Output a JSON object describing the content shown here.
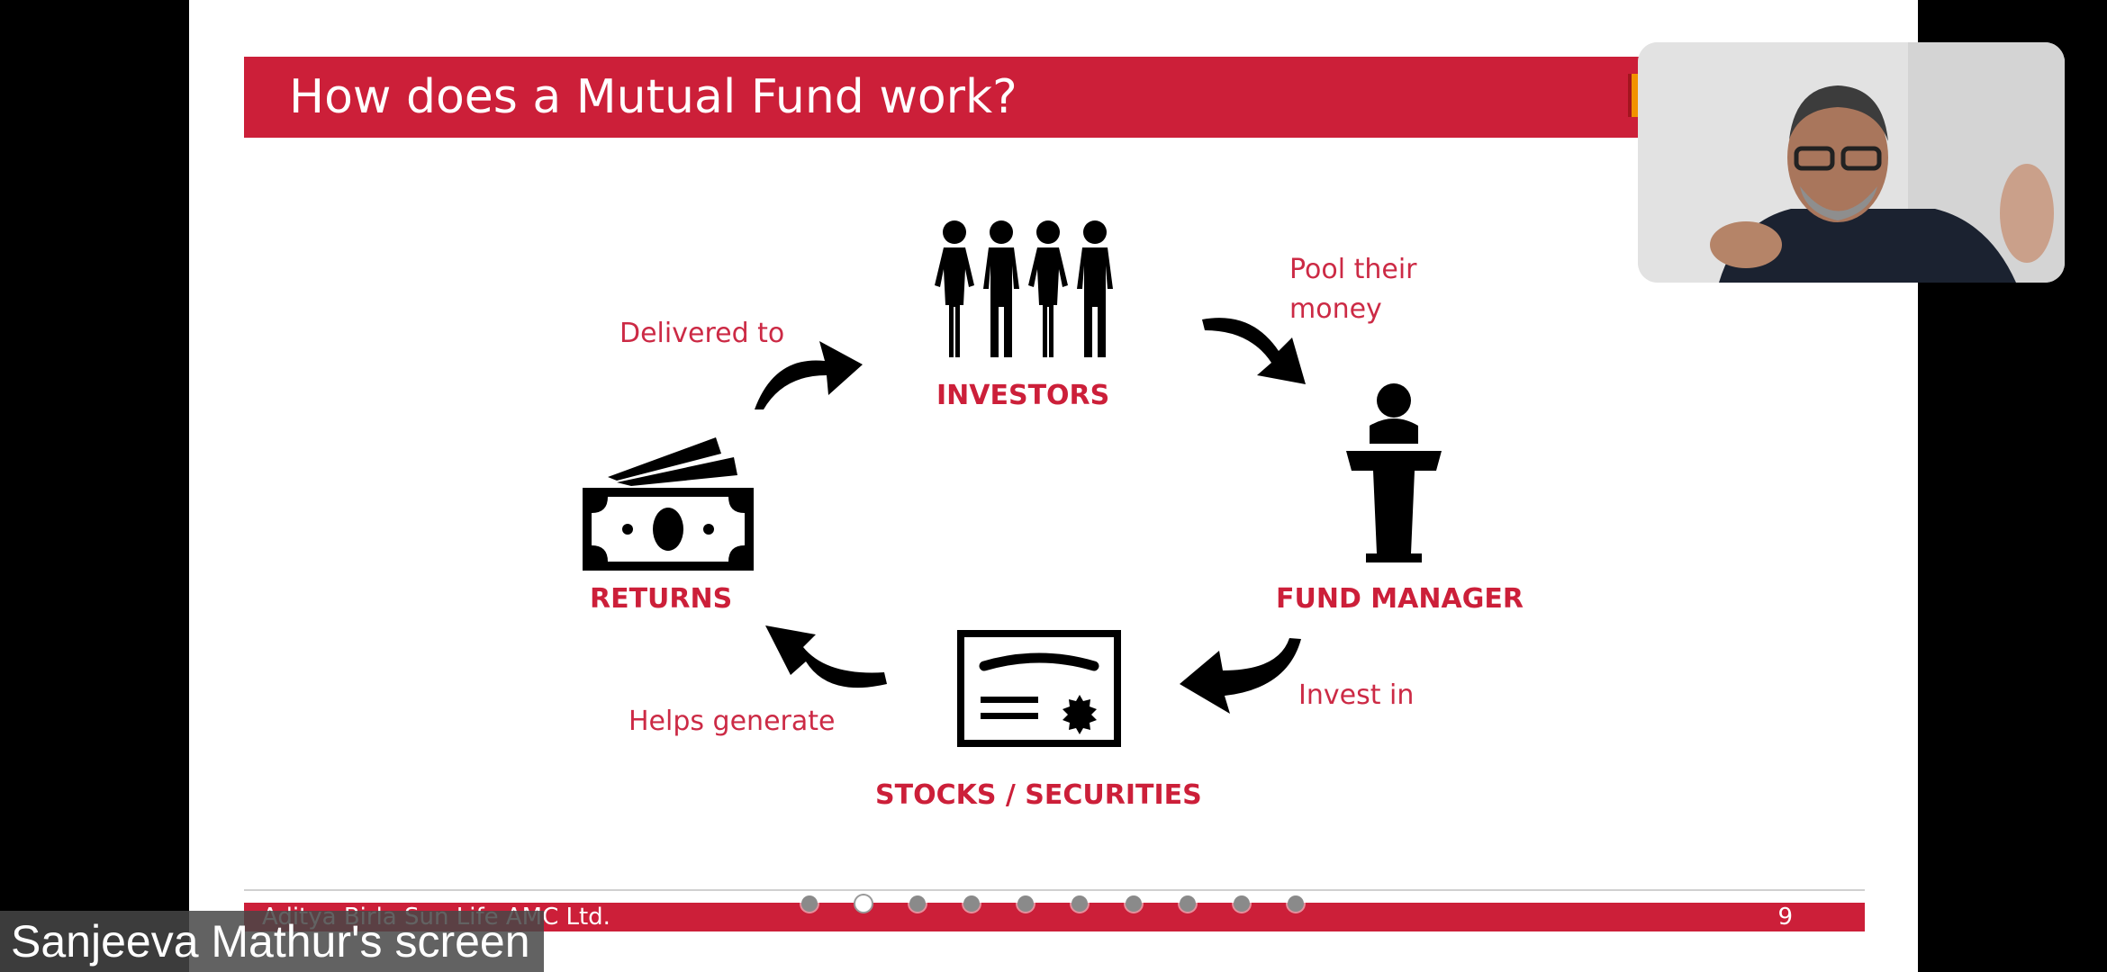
{
  "slide": {
    "title": "How does a Mutual Fund work?",
    "nodes": {
      "investors": "INVESTORS",
      "fund_manager": "FUND MANAGER",
      "stocks": "STOCKS / SECURITIES",
      "returns": "RETURNS"
    },
    "flow_labels": {
      "pool_line1": "Pool their",
      "pool_line2": "money",
      "invest_in": "Invest in",
      "helps_generate": "Helps generate",
      "delivered_to": "Delivered to"
    },
    "footer": {
      "company": "Aditya Birla Sun Life AMC Ltd.",
      "page_number": "9"
    },
    "slide_dots": {
      "count": 10,
      "active_index": 1
    }
  },
  "screen_share": {
    "caption": "Sanjeeva Mathur's screen"
  },
  "colors": {
    "brand_red": "#cc1f39",
    "label_red": "#cc2a45",
    "icon_black": "#000000"
  },
  "icons": [
    "people-icon",
    "podium-icon",
    "certificate-icon",
    "money-icon",
    "curved-arrow-icon"
  ]
}
